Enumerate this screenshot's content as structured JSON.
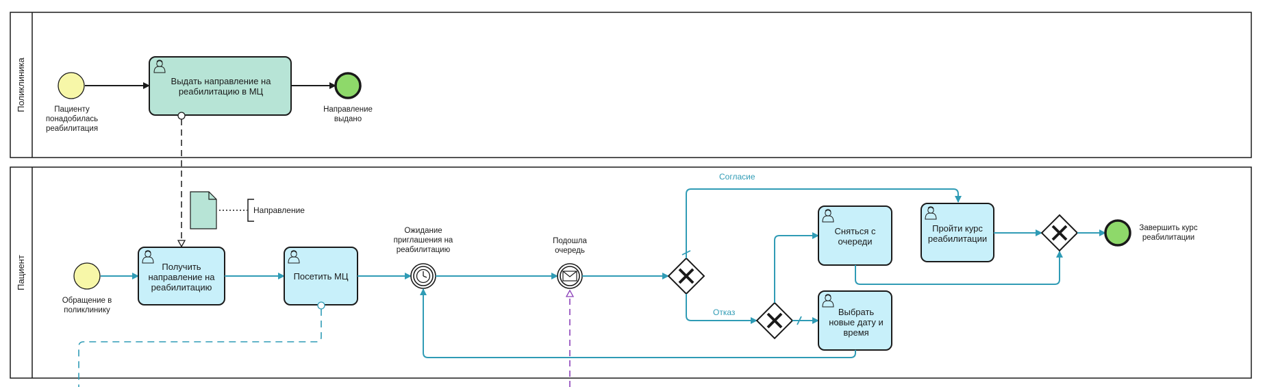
{
  "lanes": {
    "polyclinic": "Поликлиника",
    "patient": "Пациент"
  },
  "polyclinic": {
    "start_event": "Пациенту понадобилась реабилитация",
    "task_issue_referral": "Выдать направление на реабилитацию в МЦ",
    "end_event": "Направление выдано"
  },
  "patient": {
    "start_event": "Обращение в поликлинику",
    "task_receive_referral": "Получить направление на реабилитацию",
    "task_visit_mc": "Посетить МЦ",
    "timer_event": "Ожидание приглашения на реабилитацию",
    "message_event": "Подошла очередь",
    "task_leave_queue": "Сняться с очереди",
    "task_choose_new_date": "Выбрать новые дату и время",
    "task_rehab_course": "Пройти курс реабилитации",
    "end_event": "Завершить курс реабилитации",
    "flow_agree": "Согласие",
    "flow_refuse": "Отказ"
  },
  "artifacts": {
    "data_object_annotation": "Направление"
  },
  "colors": {
    "lane_border": "#1a1a1a",
    "flow": "#2f9bb5",
    "task_fill_green": "#b7e4d6",
    "task_fill_blue": "#c8f0fa",
    "start_fill": "#f7f7a8",
    "end_fill": "#8ed96a",
    "message_flow_purple": "#8a3fb8"
  },
  "icons": {
    "user_task": "user-icon",
    "gateway": "exclusive-gateway-x",
    "timer": "clock-icon",
    "message": "envelope-icon",
    "data_object": "document-icon"
  }
}
